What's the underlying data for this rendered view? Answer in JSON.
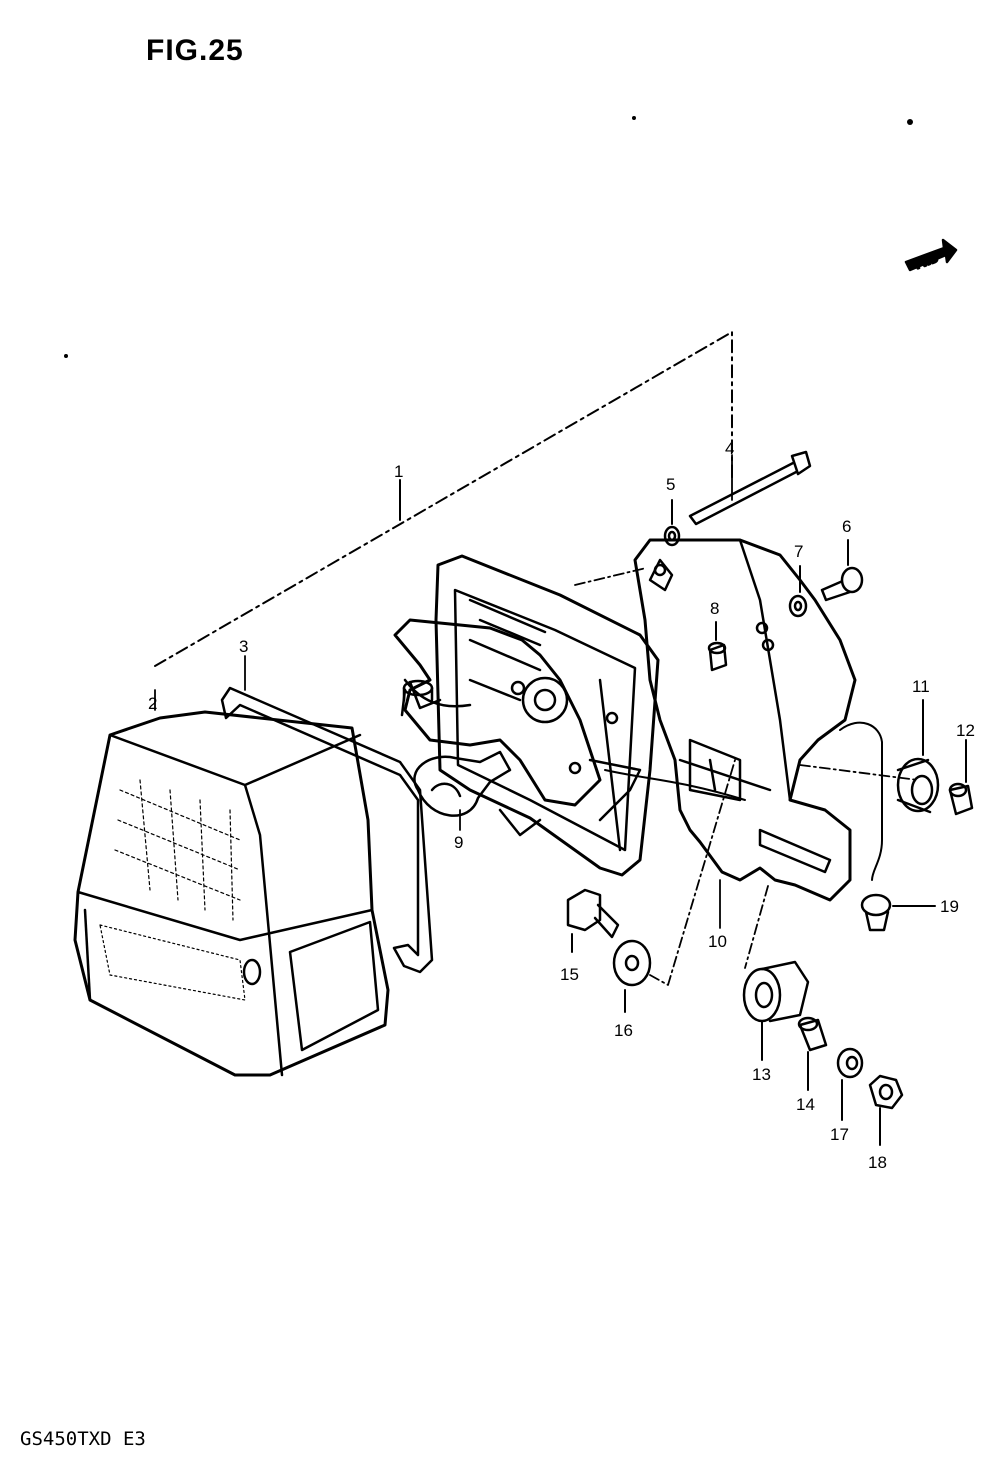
{
  "figure": {
    "title": "FIG.25",
    "model": "GS450TXD  E3",
    "fwd_badge": "FWD"
  },
  "callouts": [
    {
      "ref": "1",
      "label": "1"
    },
    {
      "ref": "2",
      "label": "2"
    },
    {
      "ref": "3",
      "label": "3"
    },
    {
      "ref": "4",
      "label": "4"
    },
    {
      "ref": "5",
      "label": "5"
    },
    {
      "ref": "6",
      "label": "6"
    },
    {
      "ref": "7",
      "label": "7"
    },
    {
      "ref": "8",
      "label": "8"
    },
    {
      "ref": "9",
      "label": "9"
    },
    {
      "ref": "10",
      "label": "10"
    },
    {
      "ref": "11",
      "label": "11"
    },
    {
      "ref": "12",
      "label": "12"
    },
    {
      "ref": "13",
      "label": "13"
    },
    {
      "ref": "14",
      "label": "14"
    },
    {
      "ref": "15",
      "label": "15"
    },
    {
      "ref": "16",
      "label": "16"
    },
    {
      "ref": "17",
      "label": "17"
    },
    {
      "ref": "18",
      "label": "18"
    },
    {
      "ref": "19",
      "label": "19"
    }
  ]
}
